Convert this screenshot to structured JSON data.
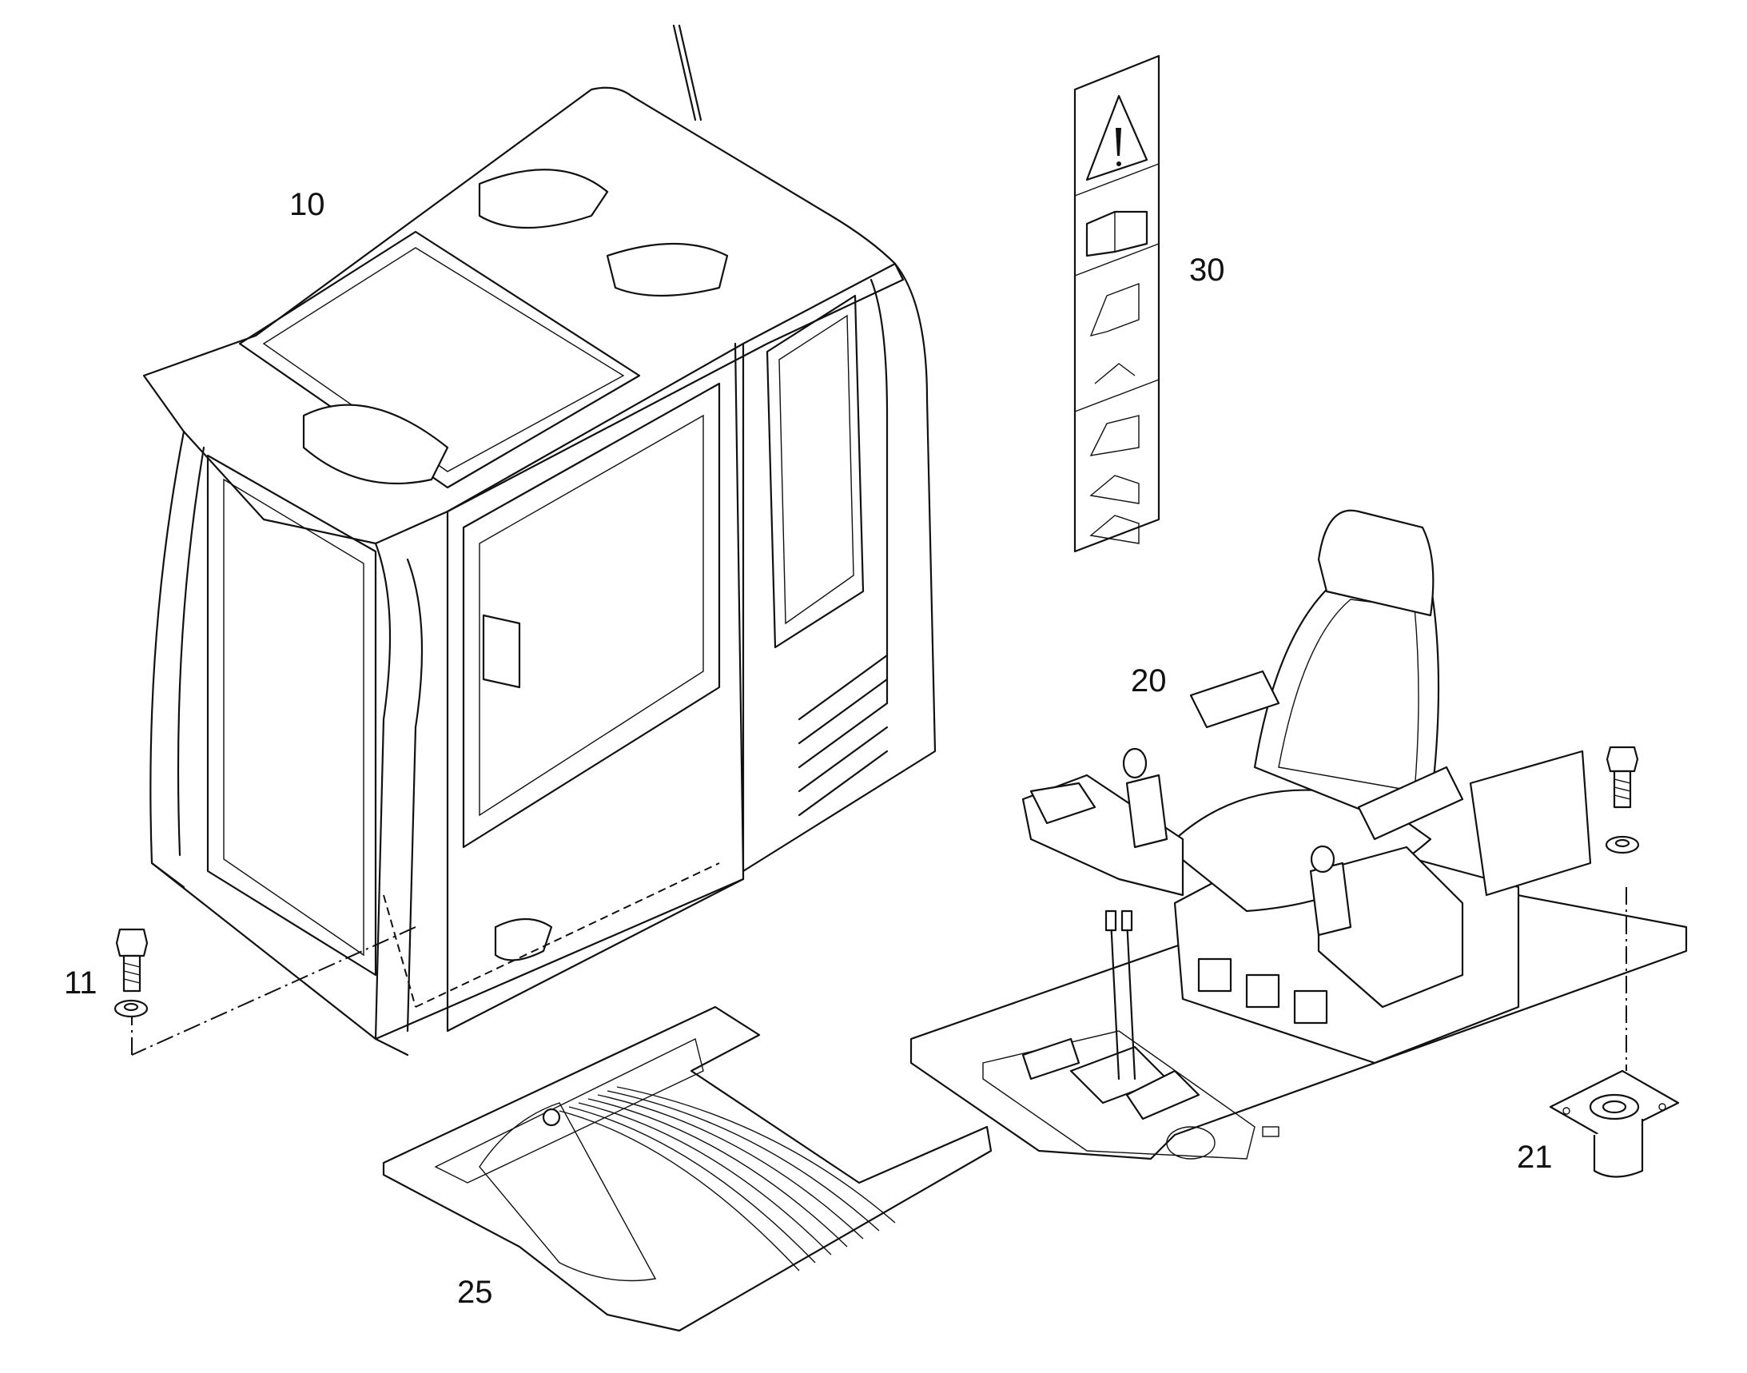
{
  "parts": [
    {
      "id": "cab",
      "callout": "10"
    },
    {
      "id": "cab-bolt",
      "callout": "11"
    },
    {
      "id": "operator-seat-assembly",
      "callout": "20"
    },
    {
      "id": "damper-mount",
      "callout": "21"
    },
    {
      "id": "floor-mat",
      "callout": "25"
    },
    {
      "id": "safety-decal",
      "callout": "30"
    }
  ]
}
